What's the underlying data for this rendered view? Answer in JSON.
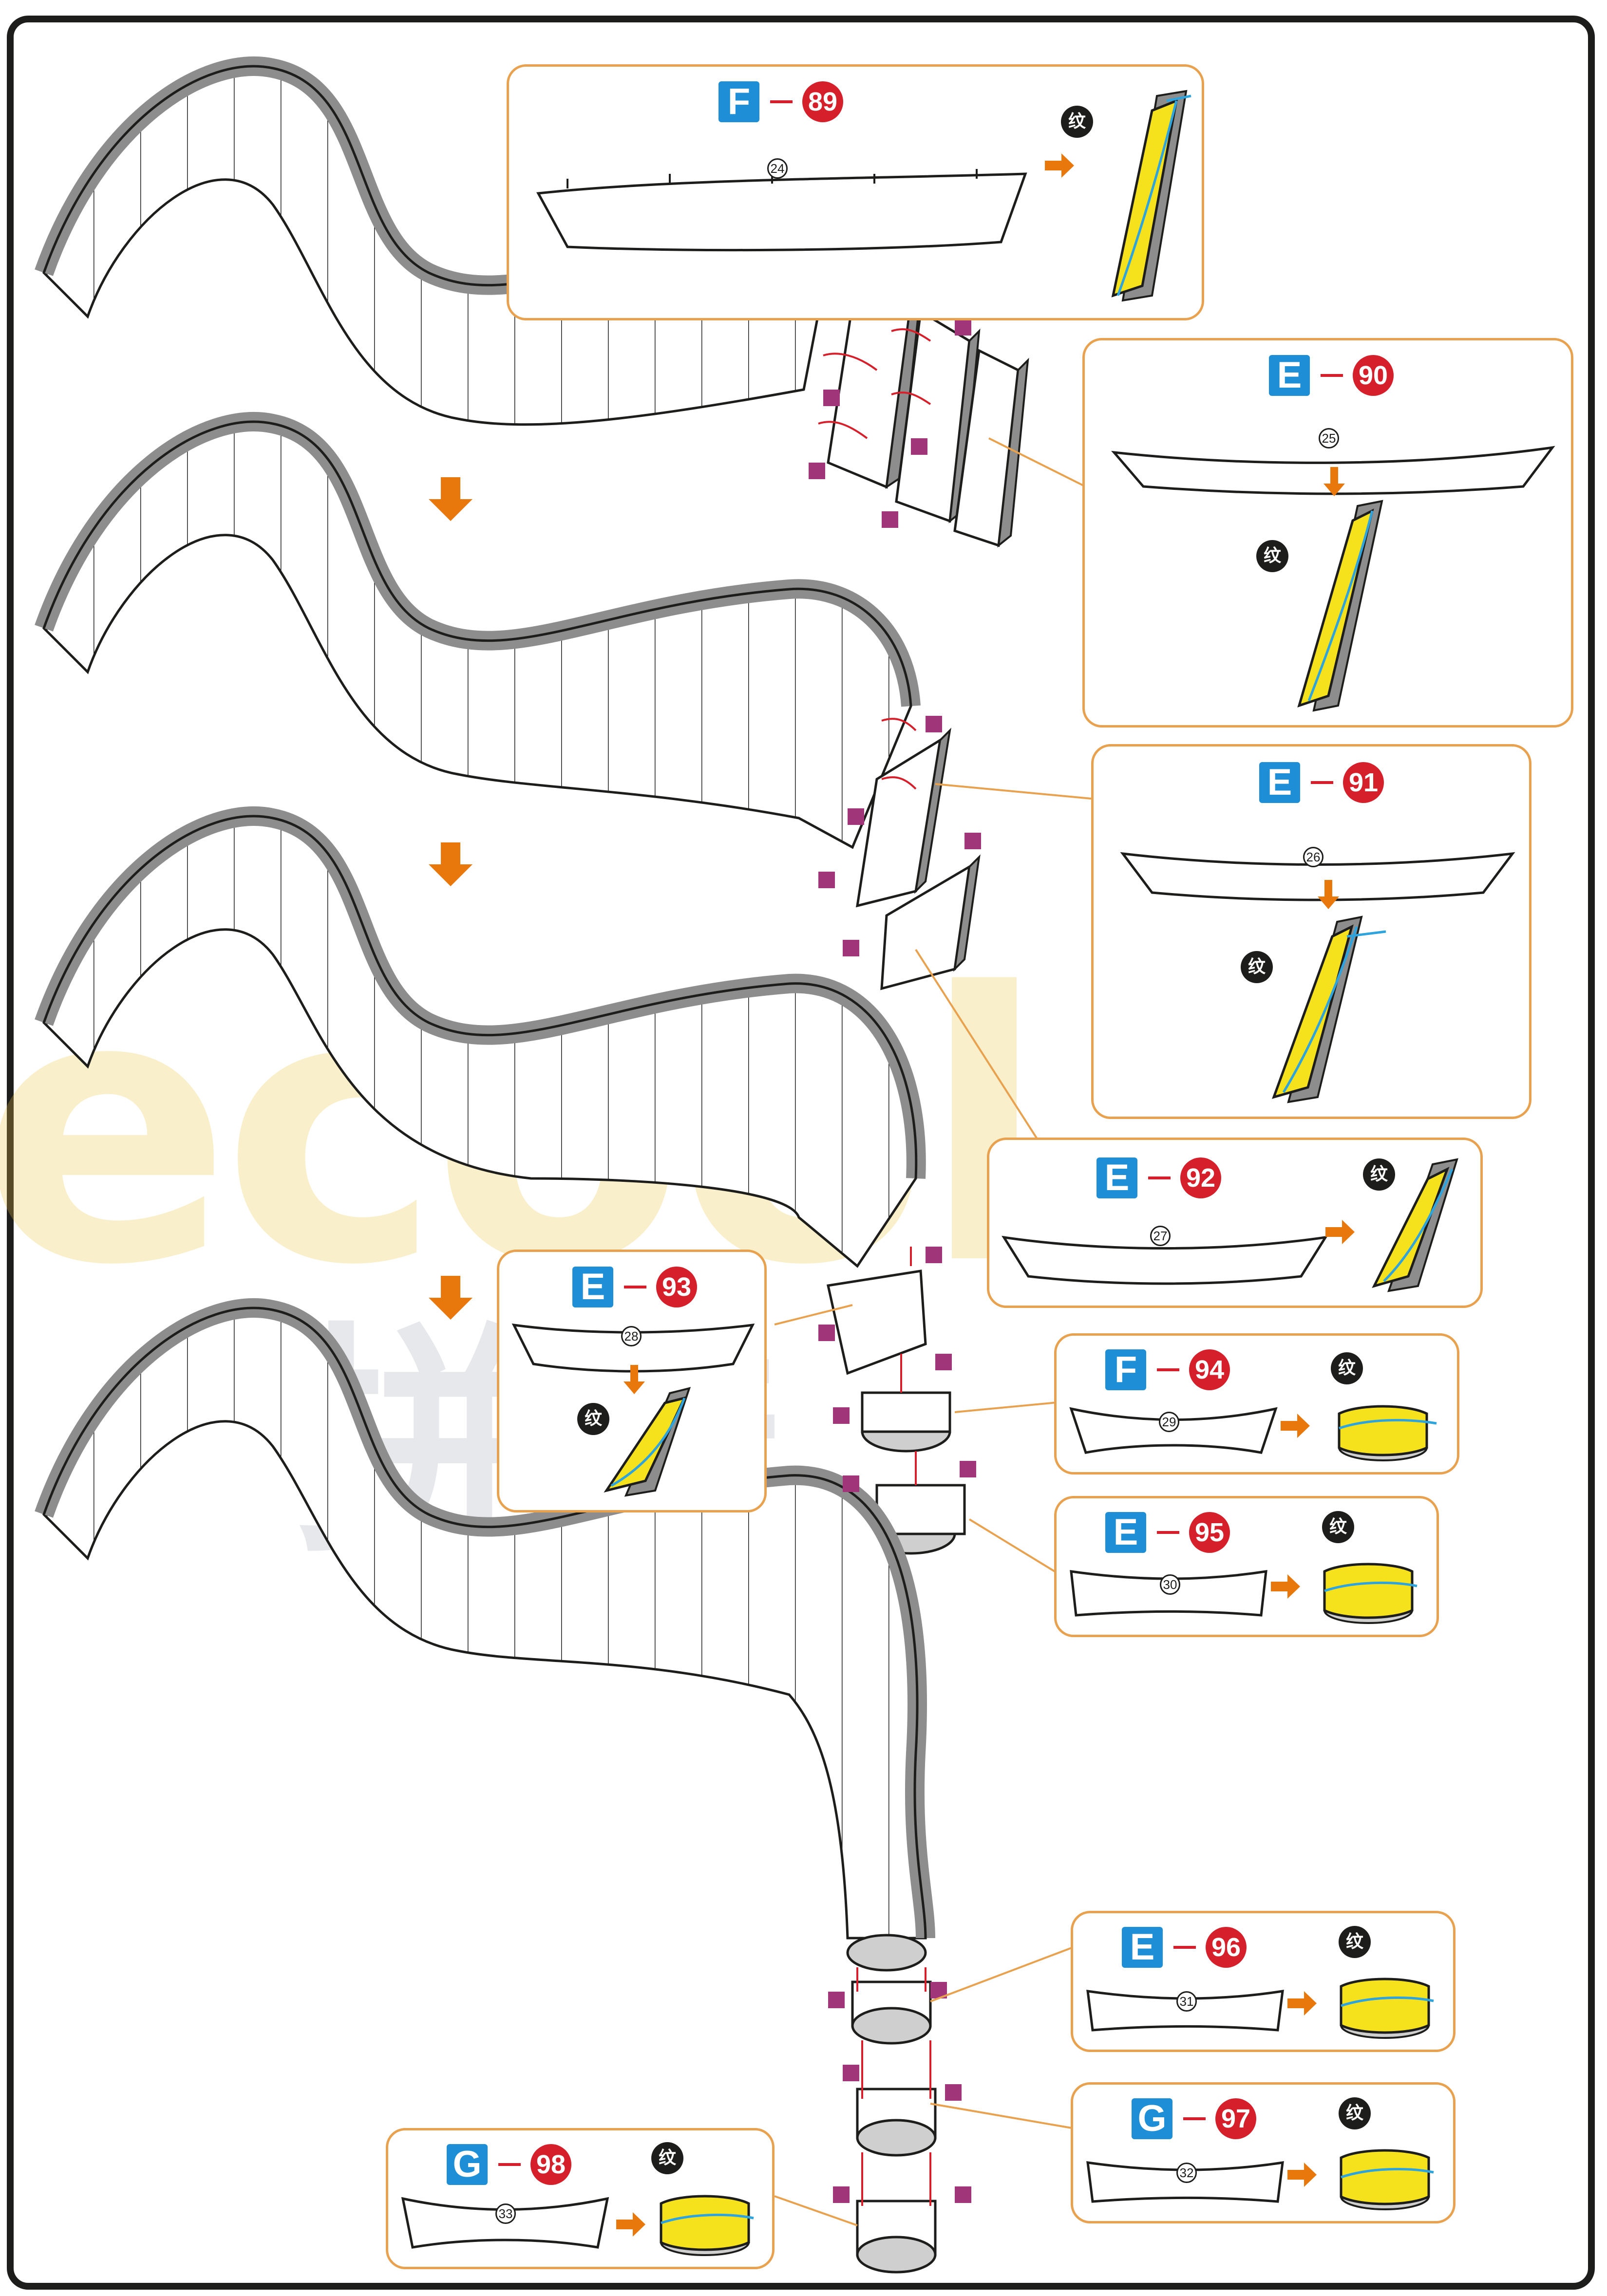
{
  "watermark": {
    "latin": "ecool",
    "cjk": "拼酷"
  },
  "texture_badge": "纹",
  "callouts": [
    {
      "id": "89",
      "sheet": "F",
      "part": "89",
      "piece_no": "24"
    },
    {
      "id": "90",
      "sheet": "E",
      "part": "90",
      "piece_no": "25"
    },
    {
      "id": "91",
      "sheet": "E",
      "part": "91",
      "piece_no": "26"
    },
    {
      "id": "92",
      "sheet": "E",
      "part": "92",
      "piece_no": "27"
    },
    {
      "id": "93",
      "sheet": "E",
      "part": "93",
      "piece_no": "28"
    },
    {
      "id": "94",
      "sheet": "F",
      "part": "94",
      "piece_no": "29"
    },
    {
      "id": "95",
      "sheet": "E",
      "part": "95",
      "piece_no": "30"
    },
    {
      "id": "96",
      "sheet": "E",
      "part": "96",
      "piece_no": "31"
    },
    {
      "id": "97",
      "sheet": "G",
      "part": "97",
      "piece_no": "32"
    },
    {
      "id": "98",
      "sheet": "G",
      "part": "98",
      "piece_no": "33"
    }
  ],
  "colors": {
    "callout_border": "#e8a14e",
    "sheet_badge": "#1e8fd6",
    "part_number": "#d51f2a",
    "glue_marker": "#a0357a",
    "arrow": "#e8780c",
    "texture_fill": "#f5e21c",
    "texture_line": "#2ea3dc",
    "body_band": "#8d8d8d"
  },
  "icons": [
    "down-arrow-icon",
    "right-arrow-icon",
    "glue-marker-icon",
    "texture-badge-icon"
  ]
}
